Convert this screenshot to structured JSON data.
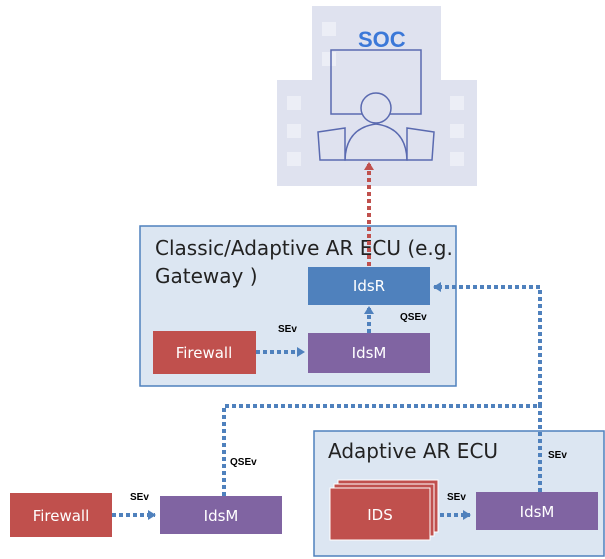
{
  "soc": {
    "label": "SOC"
  },
  "classic_ecu": {
    "title_line1": "Classic/Adaptive AR ECU (e.g.",
    "title_line2": "Gateway )"
  },
  "adaptive_ecu": {
    "title": "Adaptive AR ECU"
  },
  "nodes": {
    "idsr": "IdsR",
    "idsm_classic": "IdsM",
    "firewall_classic": "Firewall",
    "firewall_external": "Firewall",
    "idsm_external": "IdsM",
    "ids": "IDS",
    "idsm_adaptive": "IdsM"
  },
  "edges": {
    "sev_classic": "SEv",
    "qsev_classic": "QSEv",
    "qsev_external": "QSEv",
    "sev_external": "SEv",
    "sev_adaptive_ids": "SEv",
    "sev_adaptive_idsr": "SEv"
  },
  "colors": {
    "firewall": "#c0504d",
    "idsm": "#8064a2",
    "idsr": "#4f81bd",
    "ecu_box_fill": "#dce6f2",
    "ecu_box_stroke": "#4f81bd",
    "arrow_blue": "#4f81bd",
    "arrow_red": "#c0504d",
    "building": "#dfe2ef"
  }
}
